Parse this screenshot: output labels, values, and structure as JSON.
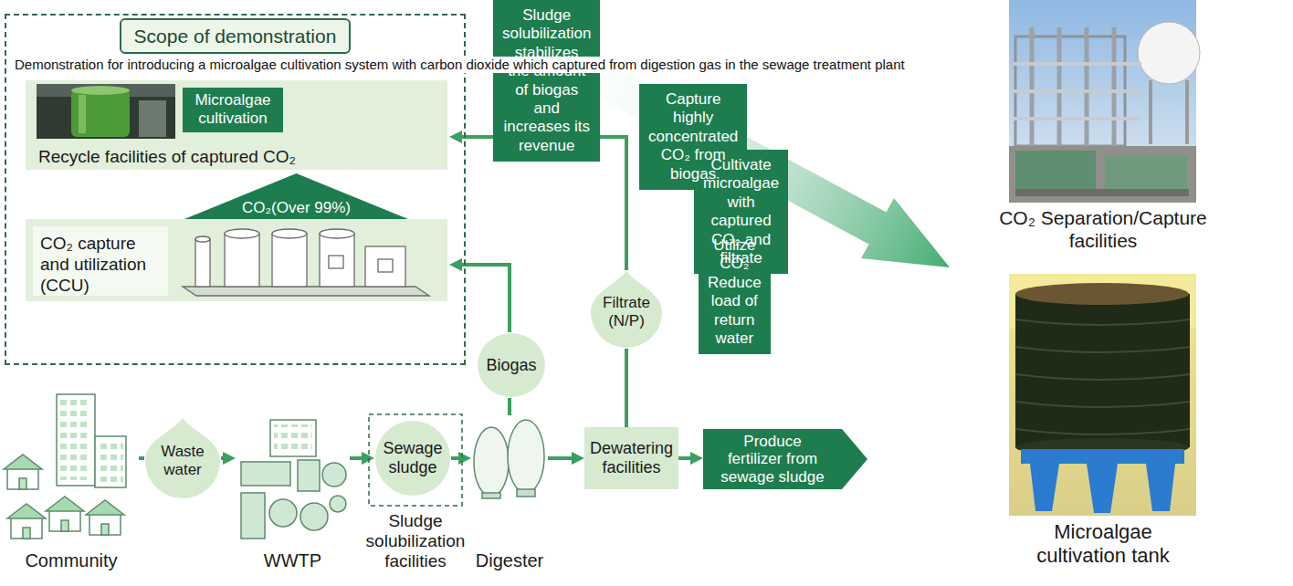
{
  "diagram": {
    "title": "Demonstration for introducing a microalgae cultivation system with carbon dioxide which captured from digestion gas in the sewage treatment plant",
    "nodes": [
      {
        "text": [
          "Scope of demonstration"
        ]
      },
      {
        "text": [
          "Recycle facilities of captured CO₂"
        ],
        "in": 0
      },
      {
        "text": [
          "Microalgae cultivation"
        ],
        "in": 1
      },
      {
        "text": [
          "CO₂(Over 99%)"
        ],
        "in": 0
      },
      {
        "text": [
          "CO₂ capture and utilization (CCU)"
        ],
        "in": 0
      },
      {
        "text": [
          "Sludge solubilization stabilizes the amount of biogas and increases its revenue"
        ]
      },
      {
        "text": [
          "Capture highly concentrated CO₂ from biogas"
        ]
      },
      {
        "text": [
          "Cultivate microalgae with captured CO₂ and filtrate"
        ]
      },
      {
        "text": [
          "Utilize CO₂ Reduce load of return water"
        ]
      },
      {
        "text": [
          "Filtrate (N/P)"
        ]
      },
      {
        "text": [
          "Biogas"
        ]
      },
      {
        "text": [
          "Community"
        ]
      },
      {
        "text": [
          "Waste water"
        ]
      },
      {
        "text": [
          "WWTP"
        ]
      },
      {
        "text": [
          "Sludge solubilization facilities"
        ]
      },
      {
        "text": [
          "Sewage sludge"
        ],
        "in": 14
      },
      {
        "text": [
          "Digester"
        ]
      },
      {
        "text": [
          "Dewatering facilities"
        ]
      },
      {
        "text": [
          "Produce fertilizer from sewage sludge"
        ]
      }
    ],
    "edges": [
      {
        "from": 11,
        "to": 12,
        "arrow": "none"
      },
      {
        "from": 12,
        "to": 13,
        "arrow": "to"
      },
      {
        "from": 13,
        "to": 15,
        "arrow": "to"
      },
      {
        "from": 15,
        "to": 16,
        "arrow": "to"
      },
      {
        "from": 16,
        "to": 17,
        "arrow": "to"
      },
      {
        "from": 17,
        "to": 18,
        "arrow": "to"
      },
      {
        "from": 16,
        "to": 10,
        "arrow": "none"
      },
      {
        "from": 10,
        "to": 4,
        "arrow": "to"
      },
      {
        "from": 17,
        "to": 9,
        "arrow": "none"
      },
      {
        "from": 9,
        "to": 1,
        "arrow": "to"
      }
    ],
    "labels": [
      "CO₂ Separation/Capture facilities",
      "Microalgae cultivation tank"
    ]
  }
}
